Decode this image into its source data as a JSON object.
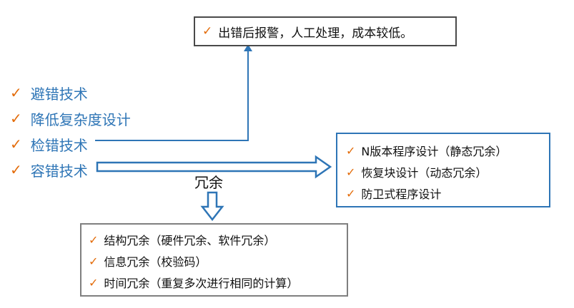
{
  "top_box": {
    "text": "出错后报警，人工处理，成本较低。"
  },
  "techniques": [
    {
      "label": "避错技术"
    },
    {
      "label": "降低复杂度设计"
    },
    {
      "label": "检错技术"
    },
    {
      "label": "容错技术"
    }
  ],
  "fault_tolerance_box": {
    "items": [
      {
        "label": "N版本程序设计（静态冗余）"
      },
      {
        "label": "恢复块设计（动态冗余）"
      },
      {
        "label": "防卫式程序设计"
      }
    ]
  },
  "redundancy_label": "冗余",
  "redundancy_box": {
    "items": [
      {
        "label": "结构冗余（硬件冗余、软件冗余）"
      },
      {
        "label": "信息冗余（校验码）"
      },
      {
        "label": "时间冗余（重复多次进行相同的计算）"
      }
    ]
  },
  "check_glyph": "✓",
  "colors": {
    "check": "#e36c0a",
    "technique_text": "#2e75b6",
    "arrow": "#2e75b6",
    "right_box_border": "#2e75b6"
  }
}
